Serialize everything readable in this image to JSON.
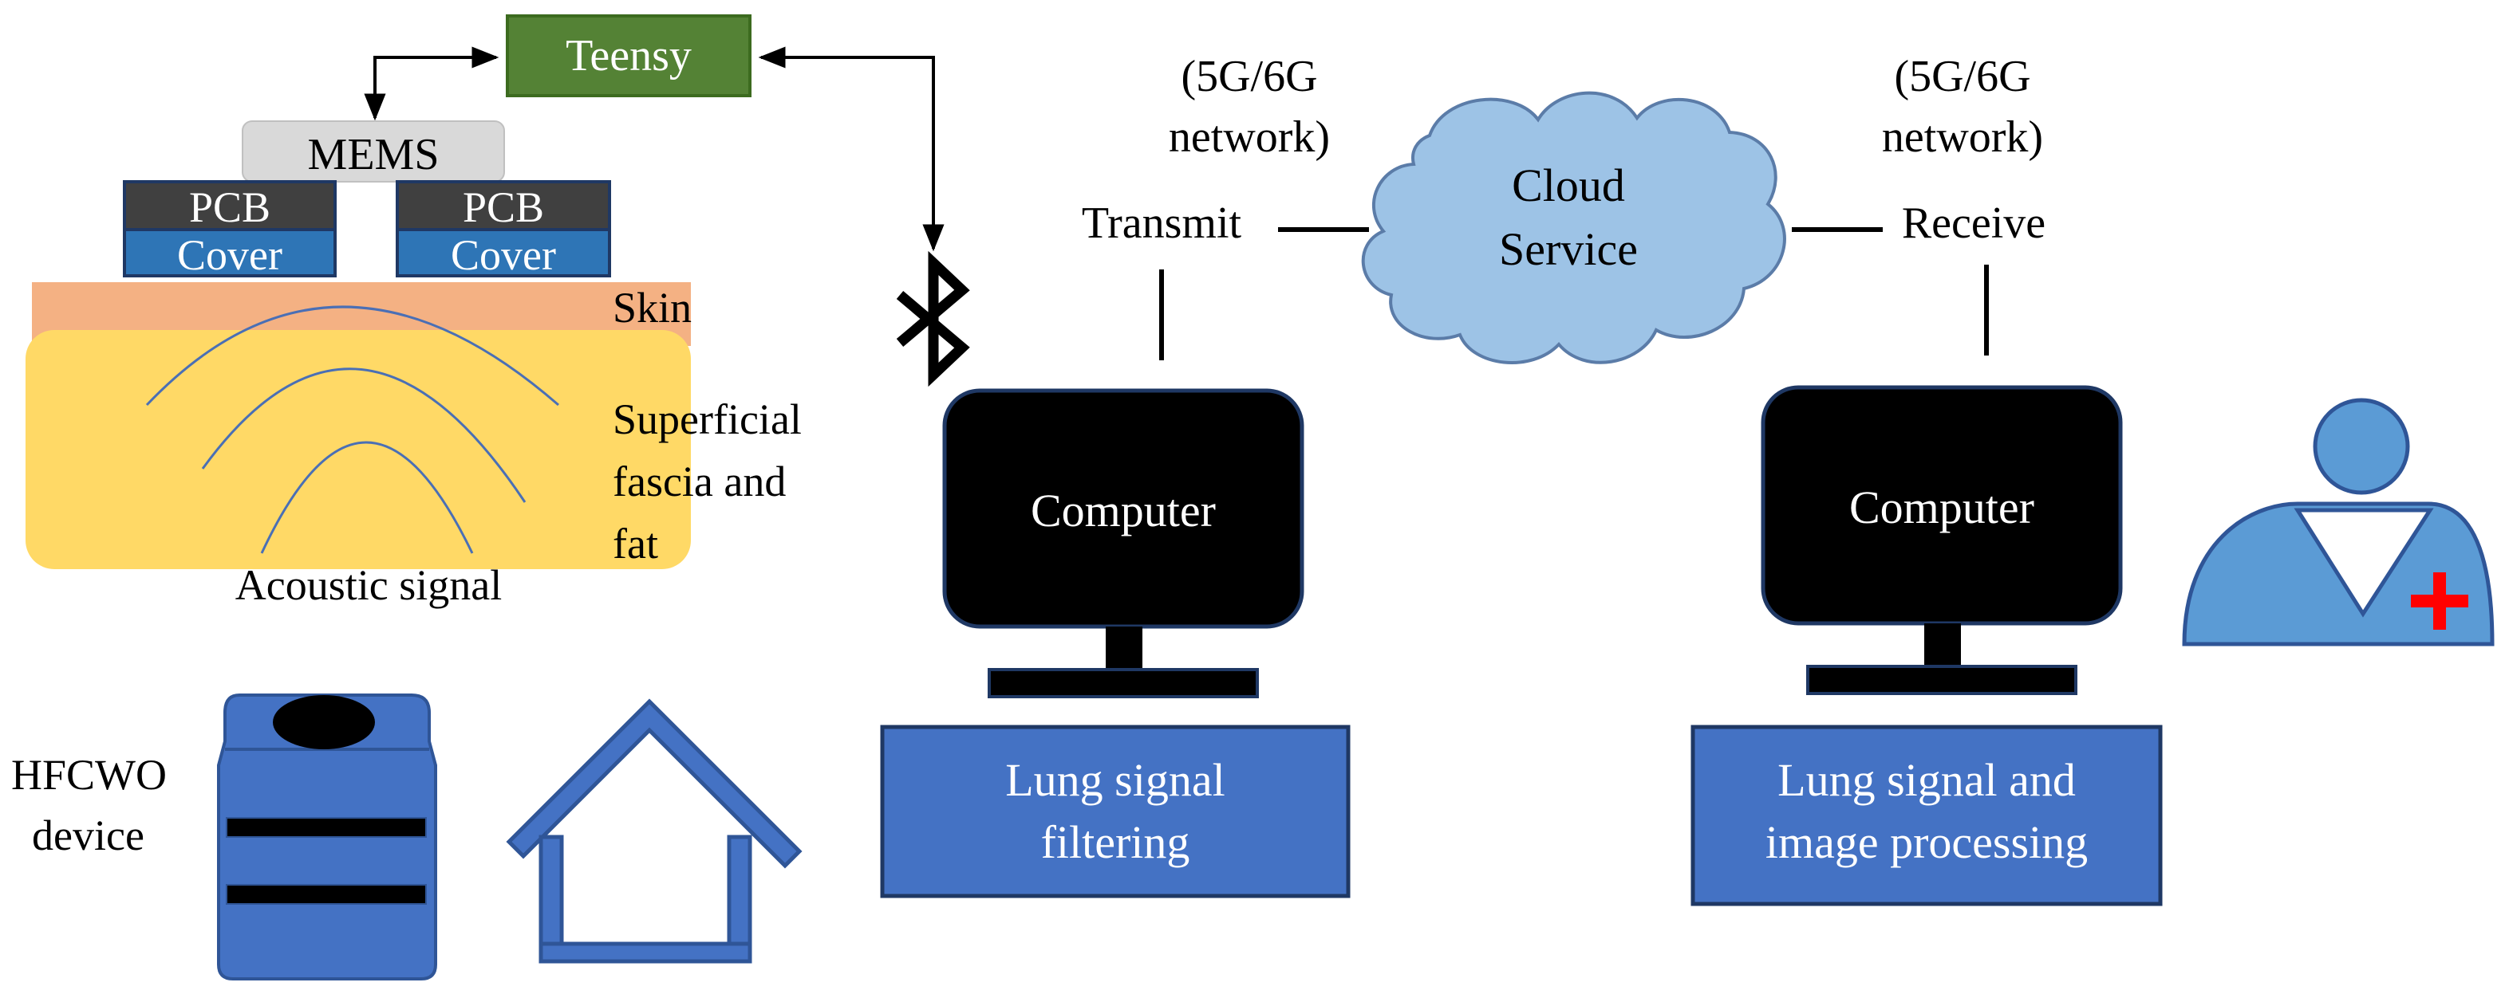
{
  "labels": {
    "teensy": "Teensy",
    "mems": "MEMS",
    "pcb": "PCB",
    "cover": "Cover",
    "skin": "Skin",
    "fascia_line1": "Superficial",
    "fascia_line2": "fascia and",
    "fascia_line3": "fat",
    "acoustic": "Acoustic signal",
    "hfcwo_line1": "HFCWO",
    "hfcwo_line2": "device",
    "network_line1": "(5G/6G",
    "network_line2": "network)",
    "transmit": "Transmit",
    "receive": "Receive",
    "cloud_line1": "Cloud",
    "cloud_line2": "Service",
    "computer": "Computer",
    "filter_line1": "Lung signal",
    "filter_line2": "filtering",
    "process_line1": "Lung signal and",
    "process_line2": "image processing"
  },
  "icons": {
    "bluetooth": "bluetooth-icon",
    "home": "house-icon",
    "vest": "hfcwo-vest-icon",
    "doctor": "doctor-icon"
  },
  "colors": {
    "teensy_fill": "#548235",
    "mems_fill": "#d9d9d9",
    "pcb_fill": "#404040",
    "cover_fill": "#2e75b6",
    "skin_fill": "#f4b183",
    "fat_fill": "#ffd966",
    "cloud_fill": "#9dc3e6",
    "box_fill": "#4472c4",
    "doctor_fill": "#5b9bd5",
    "cross": "#ff0000"
  }
}
